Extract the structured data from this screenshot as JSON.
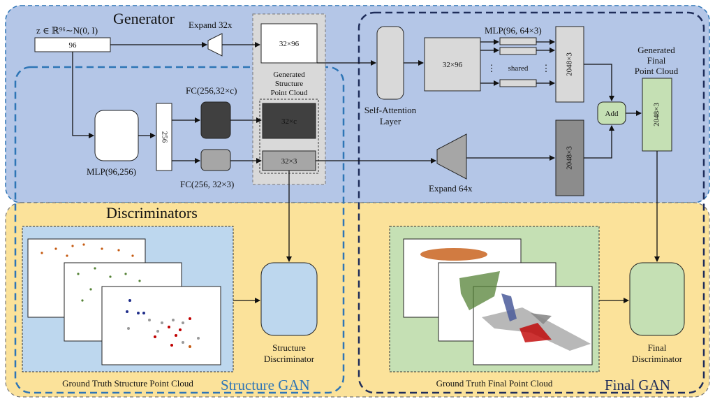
{
  "generator": {
    "title": "Generator",
    "z_label": "z ∈ ℝ⁹⁶∼N(0, I)",
    "z_dim": "96",
    "expand32": "Expand 32x",
    "box_32x96_top": "32×96",
    "mlp_96_256": "MLP(96,256)",
    "vec_256": "256",
    "fc_c": "FC(256,32×c)",
    "fc_3": "FC(256, 32×3)",
    "gen_struct_title": [
      "Generated",
      "Structure",
      "Point Cloud"
    ],
    "box_32xc": "32×c",
    "box_32x3": "32×3",
    "self_attention": [
      "Self-Attention",
      "Layer"
    ],
    "box_32x96_mid": "32×96",
    "mlp_shared_title": "MLP(96, 64×3)",
    "shared": "shared",
    "box_2048_top": "2048×3",
    "expand64": "Expand 64x",
    "box_2048_bottom": "2048×3",
    "add": "Add",
    "gen_final_title": [
      "Generated",
      "Final",
      "Point Cloud"
    ],
    "box_2048_final": "2048×3"
  },
  "discriminators": {
    "title": "Discriminators",
    "structure_disc": [
      "Structure",
      "Discriminator"
    ],
    "final_disc": [
      "Final",
      "Discriminator"
    ],
    "gt_structure": "Ground Truth Structure Point Cloud",
    "gt_final": "Ground Truth Final Point Cloud"
  },
  "gans": {
    "structure_gan": "Structure GAN",
    "final_gan": "Final GAN"
  },
  "colors": {
    "generator_bg": "#b4c6e7",
    "discriminator_bg": "#fbe29a",
    "structure_gan": "#2e75b6",
    "final_gan": "#1f2d5a",
    "struct_gt_panel": "#bdd7ee",
    "final_gt_panel": "#c5e0b4",
    "final_green": "#c5e0b4"
  }
}
